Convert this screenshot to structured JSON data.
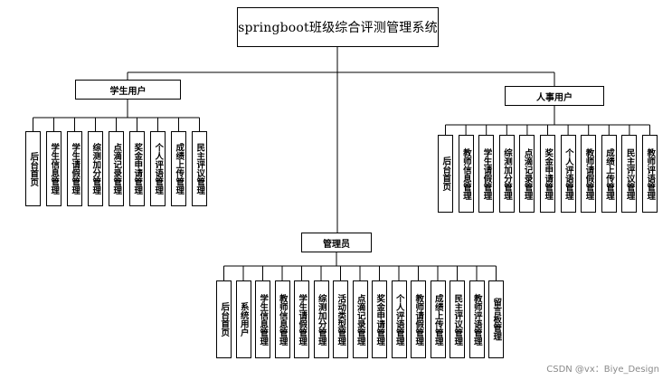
{
  "diagram": {
    "root": "springboot班级综合评测管理系统",
    "branches": [
      {
        "id": "student",
        "label": "学生用户",
        "modules": [
          "后台首页",
          "学生信息管理",
          "学生请假管理",
          "综测加分管理",
          "点滴记录管理",
          "奖金申请管理",
          "个人评语管理",
          "成绩上传管理",
          "民主评议管理"
        ]
      },
      {
        "id": "hr",
        "label": "人事用户",
        "modules": [
          "后台首页",
          "教师信息管理",
          "学生请假管理",
          "综测加分管理",
          "点滴记录管理",
          "奖金申请管理",
          "个人评语管理",
          "教师请假管理",
          "成绩上传管理",
          "民主评议管理",
          "教师评语管理"
        ]
      },
      {
        "id": "admin",
        "label": "管理员",
        "modules": [
          "后台首页",
          "系统用户",
          "学生信息管理",
          "教师信息管理",
          "学生请假管理",
          "综测加分管理",
          "活动类型管理",
          "点滴记录管理",
          "奖金申请管理",
          "个人评语管理",
          "教师请假管理",
          "成绩上传管理",
          "民主评议管理",
          "教师评语管理",
          "留言板管理"
        ]
      }
    ]
  },
  "watermark": "CSDN @vx：Biye_Design"
}
